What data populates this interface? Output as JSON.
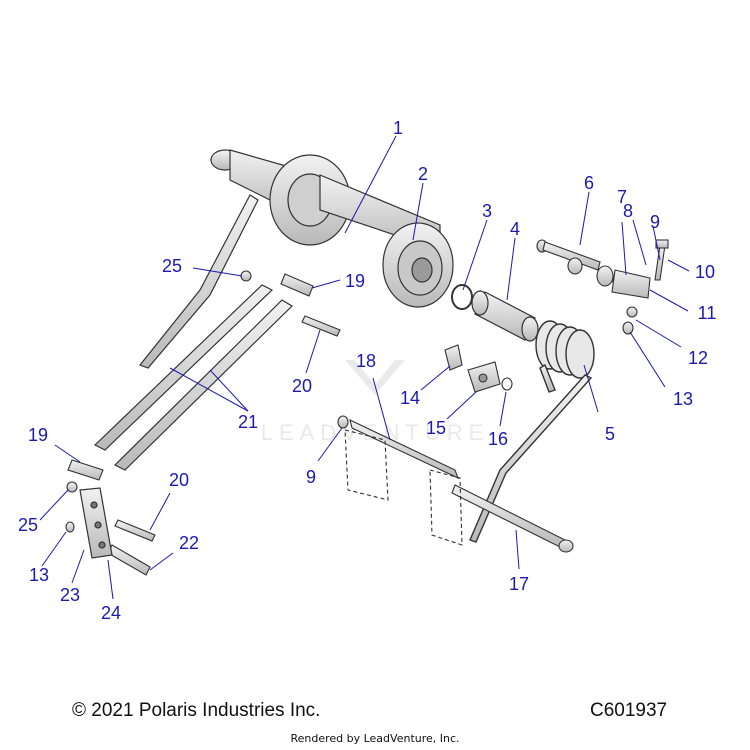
{
  "diagram": {
    "callouts": [
      "1",
      "2",
      "3",
      "4",
      "5",
      "6",
      "7",
      "8",
      "9",
      "10",
      "11",
      "12",
      "13",
      "14",
      "15",
      "16",
      "17",
      "18",
      "9",
      "19",
      "19",
      "20",
      "20",
      "21",
      "22",
      "23",
      "24",
      "25",
      "25",
      "13"
    ],
    "watermark_text": "LEADVENTURE"
  },
  "footer": {
    "copyright": "© 2021 Polaris Industries Inc.",
    "diagram_code": "C601937",
    "rendered_by": "Rendered by LeadVenture, Inc."
  },
  "colors": {
    "callout": "#1a1ab0",
    "part_fill": "#d9d9d9",
    "part_stroke": "#333333"
  }
}
